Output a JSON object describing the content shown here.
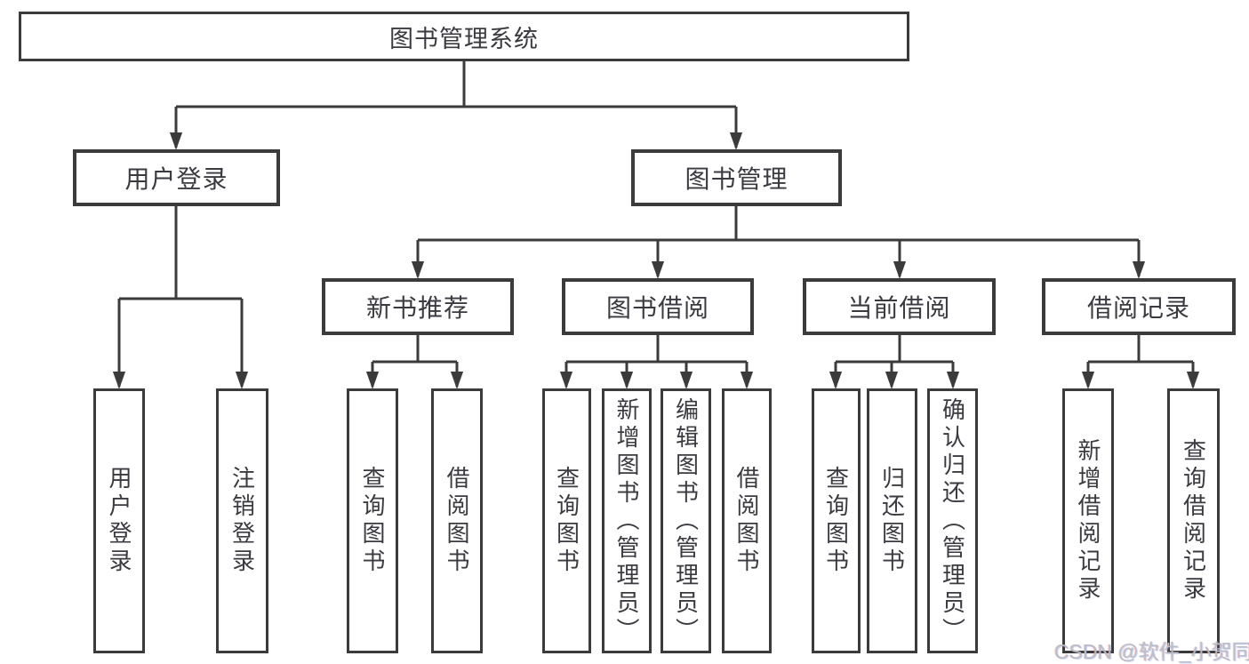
{
  "diagram": {
    "root": {
      "label": "图书管理系统",
      "children": [
        {
          "label": "用户登录",
          "children": [
            {
              "label": "用户登录"
            },
            {
              "label": "注销登录"
            }
          ]
        },
        {
          "label": "图书管理",
          "children": [
            {
              "label": "新书推荐",
              "children": [
                {
                  "label": "查询图书"
                },
                {
                  "label": "借阅图书"
                }
              ]
            },
            {
              "label": "图书借阅",
              "children": [
                {
                  "label": "查询图书"
                },
                {
                  "label": "新增图书（管理员）"
                },
                {
                  "label": "编辑图书（管理员）"
                },
                {
                  "label": "借阅图书"
                }
              ]
            },
            {
              "label": "当前借阅",
              "children": [
                {
                  "label": "查询图书"
                },
                {
                  "label": "归还图书"
                },
                {
                  "label": "确认归还（管理员）"
                }
              ]
            },
            {
              "label": "借阅记录",
              "children": [
                {
                  "label": "新增借阅记录"
                },
                {
                  "label": "查询借阅记录"
                }
              ]
            }
          ]
        }
      ]
    }
  },
  "watermark": {
    "text": "CSDN @软件_小贺同学"
  },
  "colors": {
    "line": "#3b3b3b",
    "text": "#3a3a40",
    "box_background": "#ffffff",
    "watermark": "#b8bcc5"
  }
}
